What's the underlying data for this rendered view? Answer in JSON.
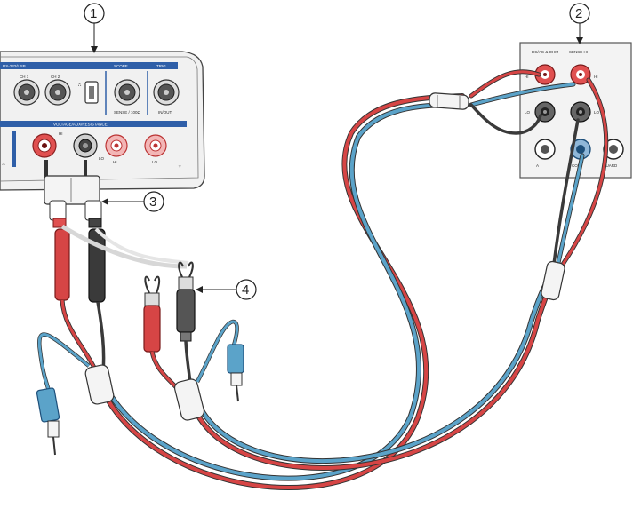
{
  "callouts": [
    {
      "number": "1",
      "target": "calibrator-output-panel"
    },
    {
      "number": "2",
      "target": "unit-under-test-inputs"
    },
    {
      "number": "3",
      "target": "test-lead-adapter"
    },
    {
      "number": "4",
      "target": "spade-lug-test-leads"
    }
  ],
  "calibrator": {
    "header_left": "RS-232/USB",
    "header_mid": "SCOPE",
    "header_right": "TRIG",
    "ch1_label": "CH 1",
    "ch2_label": "CH 2",
    "sense_label": "SENSE / 100Ω",
    "trig_label": "IN/OUT",
    "bottom_header": "VOLTAGE/AUX/RESISTANCE",
    "jack_hi_label": "HI",
    "jack_lo_label": "LO",
    "sense_hi_label": "HI",
    "sense_lo_label": "LO"
  },
  "uut": {
    "col1_label": "DC/AC & OHM",
    "col2_label": "SENSE HI",
    "hi_label": "HI",
    "lo_label": "LO",
    "row3_left": "A",
    "row3_mid": "COM",
    "row3_right": "GUARD"
  },
  "colors": {
    "red_wire": "#d64545",
    "blue_wire": "#5ba3c9",
    "black_wire": "#3a3a3a",
    "panel_blue": "#2f5fa8",
    "jack_red": "#e05050"
  }
}
